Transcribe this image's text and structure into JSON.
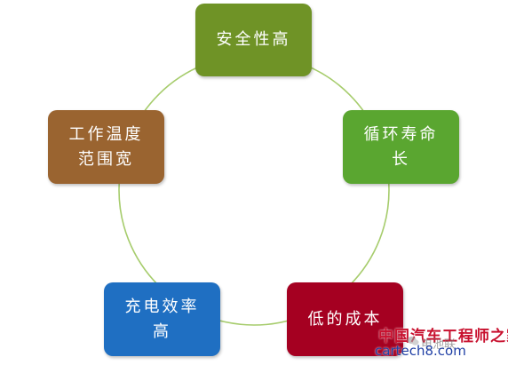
{
  "diagram": {
    "connector_color": "#a6cc6c",
    "nodes": [
      {
        "id": "safety",
        "lines": [
          "安全性高"
        ],
        "color": "#6f9326"
      },
      {
        "id": "cycle",
        "lines": [
          "循环寿命",
          "长"
        ],
        "color": "#5aa630"
      },
      {
        "id": "cost",
        "lines": [
          "低的成本"
        ],
        "color": "#a50021"
      },
      {
        "id": "charge",
        "lines": [
          "充电效率",
          "高"
        ],
        "color": "#1f6fc2"
      },
      {
        "id": "temp",
        "lines": [
          "工作温度",
          "范围宽"
        ],
        "color": "#9a6430"
      }
    ]
  },
  "watermark": {
    "site_name_cn": "中国汽车工程师之家",
    "site_url": "cartech8.com",
    "account": "电池联",
    "icon": "wechat-icon"
  }
}
